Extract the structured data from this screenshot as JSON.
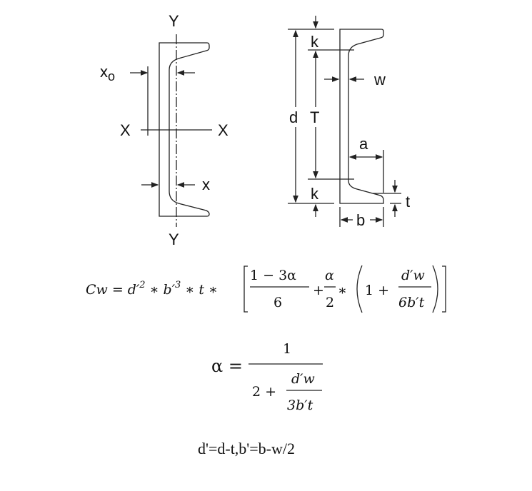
{
  "section_diagram": {
    "labels": {
      "y_top": "Y",
      "y_bottom": "Y",
      "x_left": "X",
      "x_right": "X",
      "xo": "x",
      "xo_sub": "o",
      "x": "x"
    }
  },
  "dimension_diagram": {
    "labels": {
      "k_top": "k",
      "k_bottom": "k",
      "w": "w",
      "d": "d",
      "T": "T",
      "a": "a",
      "t": "t",
      "b": "b"
    }
  },
  "formulas": {
    "cw": {
      "lhs": "Cw = d′",
      "exp1": "2",
      "mid1": " ∗ b′",
      "exp2": "3",
      "mid2": " ∗ t ∗",
      "num1": "1 − 3α",
      "den1": "6",
      "plus": "+",
      "num2": "α",
      "den2": "2",
      "star": "∗",
      "one_plus": "1 +",
      "num3": "d′w",
      "den3": "6b′t"
    },
    "alpha": {
      "lhs": "α =",
      "num": "1",
      "two_plus": "2 +",
      "inner_num": "d′w",
      "inner_den": "3b′t"
    },
    "defs": "d'=d-t,b'=b-w/2"
  }
}
